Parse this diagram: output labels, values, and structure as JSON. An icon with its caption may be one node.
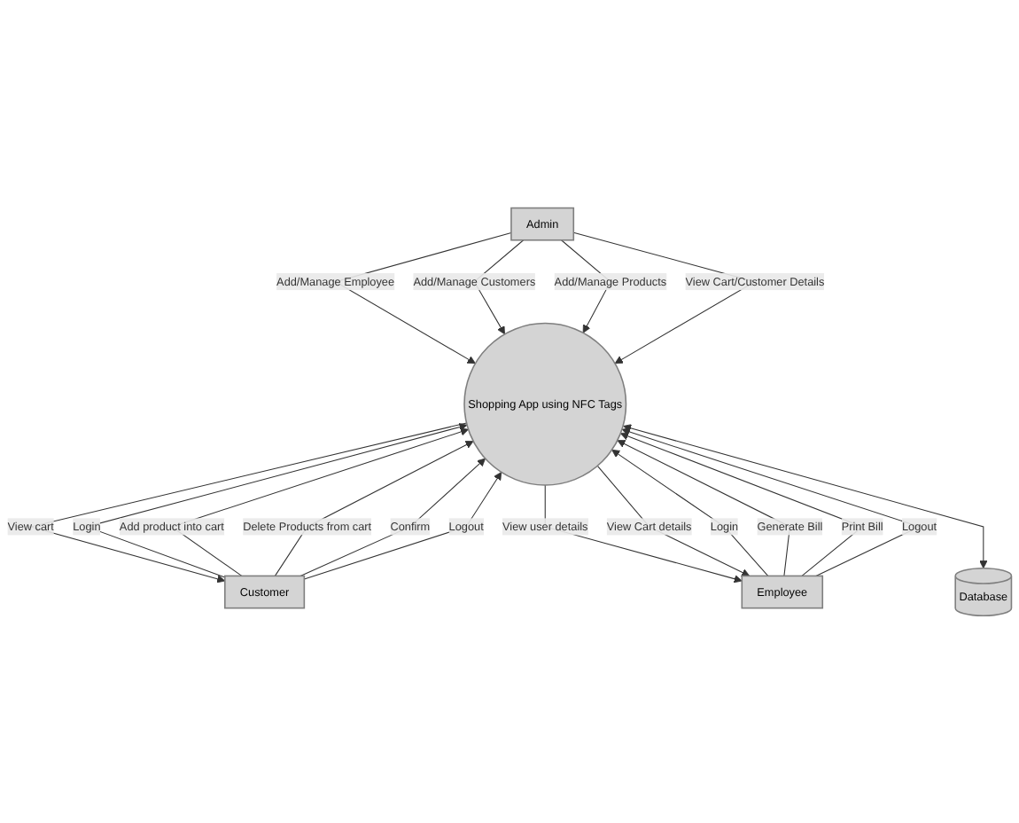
{
  "diagram": {
    "nodes": [
      {
        "text": [
          "Admin"
        ]
      },
      {
        "text": [
          "Customer"
        ]
      },
      {
        "text": [
          "Shopping App using NFC Tags"
        ]
      },
      {
        "text": [
          "Employee"
        ]
      },
      {
        "text": [
          "Database"
        ]
      }
    ],
    "edges": [
      {
        "from": 0,
        "to": 2,
        "arrow": "to",
        "label": "Add/Manage Employee"
      },
      {
        "from": 0,
        "to": 2,
        "arrow": "to",
        "label": "Add/Manage Customers"
      },
      {
        "from": 0,
        "to": 2,
        "arrow": "to",
        "label": "Add/Manage Products"
      },
      {
        "from": 0,
        "to": 2,
        "arrow": "to",
        "label": "View Cart/Customer Details"
      },
      {
        "from": 1,
        "to": 2,
        "arrow": "to",
        "label": "Login"
      },
      {
        "from": 1,
        "to": 2,
        "arrow": "to",
        "label": "Add product into cart"
      },
      {
        "from": 2,
        "to": 1,
        "arrow": "to",
        "label": "View cart"
      },
      {
        "from": 1,
        "to": 2,
        "arrow": "to",
        "label": "Delete Products from cart"
      },
      {
        "from": 1,
        "to": 2,
        "arrow": "to",
        "label": "Confirm"
      },
      {
        "from": 1,
        "to": 2,
        "arrow": "to",
        "label": "Logout"
      },
      {
        "from": 3,
        "to": 2,
        "arrow": "to",
        "label": "Login"
      },
      {
        "from": 2,
        "to": 3,
        "arrow": "to",
        "label": "View user details"
      },
      {
        "from": 2,
        "to": 3,
        "arrow": "to",
        "label": "View Cart details"
      },
      {
        "from": 3,
        "to": 2,
        "arrow": "to",
        "label": "Generate Bill"
      },
      {
        "from": 3,
        "to": 2,
        "arrow": "to",
        "label": "Print Bill"
      },
      {
        "from": 3,
        "to": 2,
        "arrow": "to",
        "label": "Logout"
      },
      {
        "from": 2,
        "to": 4,
        "arrow": "both"
      }
    ]
  }
}
